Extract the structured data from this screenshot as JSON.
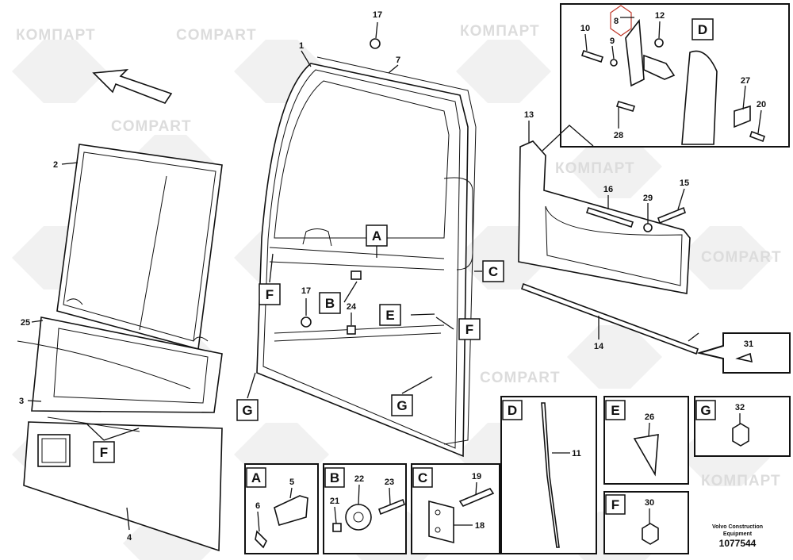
{
  "watermark": {
    "text_cyrillic": "КОМПАРТ",
    "text_latin": "COMPART"
  },
  "callouts": {
    "p17a": "17",
    "p1": "1",
    "p7": "7",
    "p2": "2",
    "p25": "25",
    "p3": "3",
    "p4": "4",
    "p17b": "17",
    "p24": "24",
    "p13": "13",
    "p16": "16",
    "p29": "29",
    "p15": "15",
    "p14": "14",
    "p31": "31",
    "p10": "10",
    "p9": "9",
    "p8": "8",
    "p12": "12",
    "p27": "27",
    "p20": "20",
    "p28": "28",
    "p5": "5",
    "p6": "6",
    "p22": "22",
    "p23": "23",
    "p21": "21",
    "p19": "19",
    "p18": "18",
    "p11": "11",
    "p26": "26",
    "p32": "32",
    "p30": "30"
  },
  "view_letters": {
    "A": "A",
    "B": "B",
    "C": "C",
    "D": "D",
    "E": "E",
    "F": "F",
    "G": "G"
  },
  "footer": {
    "maker_line1": "Volvo Construction",
    "maker_line2": "Equipment",
    "doc_number": "1077544"
  },
  "colors": {
    "highlight": "#c0392b"
  }
}
